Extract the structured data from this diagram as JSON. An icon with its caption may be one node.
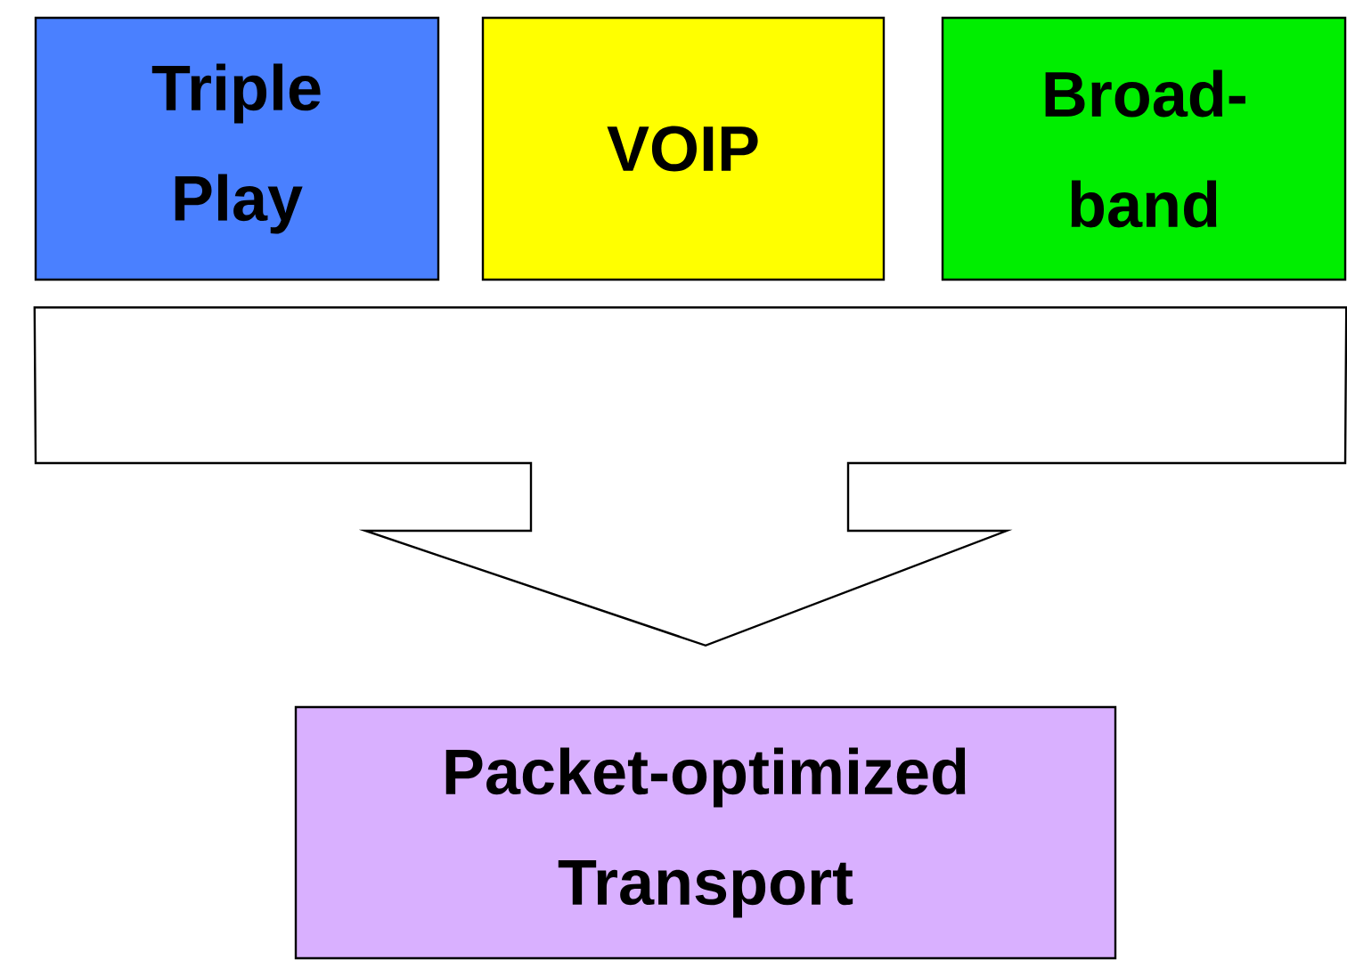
{
  "diagram": {
    "nodes": [
      {
        "text": [
          "Triple Play"
        ]
      },
      {
        "text": [
          "VOIP"
        ]
      },
      {
        "text": [
          "Broad- band"
        ]
      },
      {
        "text": [
          "Packet-optimized Transport"
        ]
      }
    ],
    "edges": [
      {
        "from": 0,
        "to": 3,
        "arrow": "to"
      },
      {
        "from": 1,
        "to": 3,
        "arrow": "to"
      },
      {
        "from": 2,
        "to": 3,
        "arrow": "to"
      }
    ]
  }
}
